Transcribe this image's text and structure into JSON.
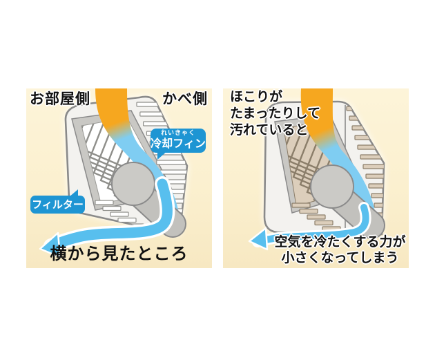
{
  "left_panel": {
    "room_side_label": "お部屋側",
    "wall_side_label": "かべ側",
    "cooling_fin_badge": {
      "furigana": "れいきゃく",
      "label": "冷却フィン"
    },
    "filter_badge": {
      "label": "フィルター"
    },
    "caption": "横から見たところ"
  },
  "right_panel": {
    "note_lines": [
      "ほこりが",
      "たまったりして",
      "汚れていると"
    ],
    "caption_lines": [
      "空気を冷たくする力が",
      "小さくなってしまう"
    ]
  },
  "colors": {
    "background": "#FFFFFF",
    "panel_top": "#FDF4D9",
    "panel_bottom": "#F7E8C2",
    "warm_air_orange": "#F6A71F",
    "cool_air_blue": "#7FCDF2",
    "arrow_blue": "#58BFEE",
    "badge_blue": "#1E95D3",
    "unit_outline_gray": "#8A8A8A",
    "unit_body": "#F3F2EF",
    "filter_frame_gray": "#C9C8C4",
    "clean_fin": "#FFFFFF",
    "dirty_fin": "#DCCEBB",
    "dirty_fin_line": "#8B7E6A",
    "text": "#111111"
  }
}
